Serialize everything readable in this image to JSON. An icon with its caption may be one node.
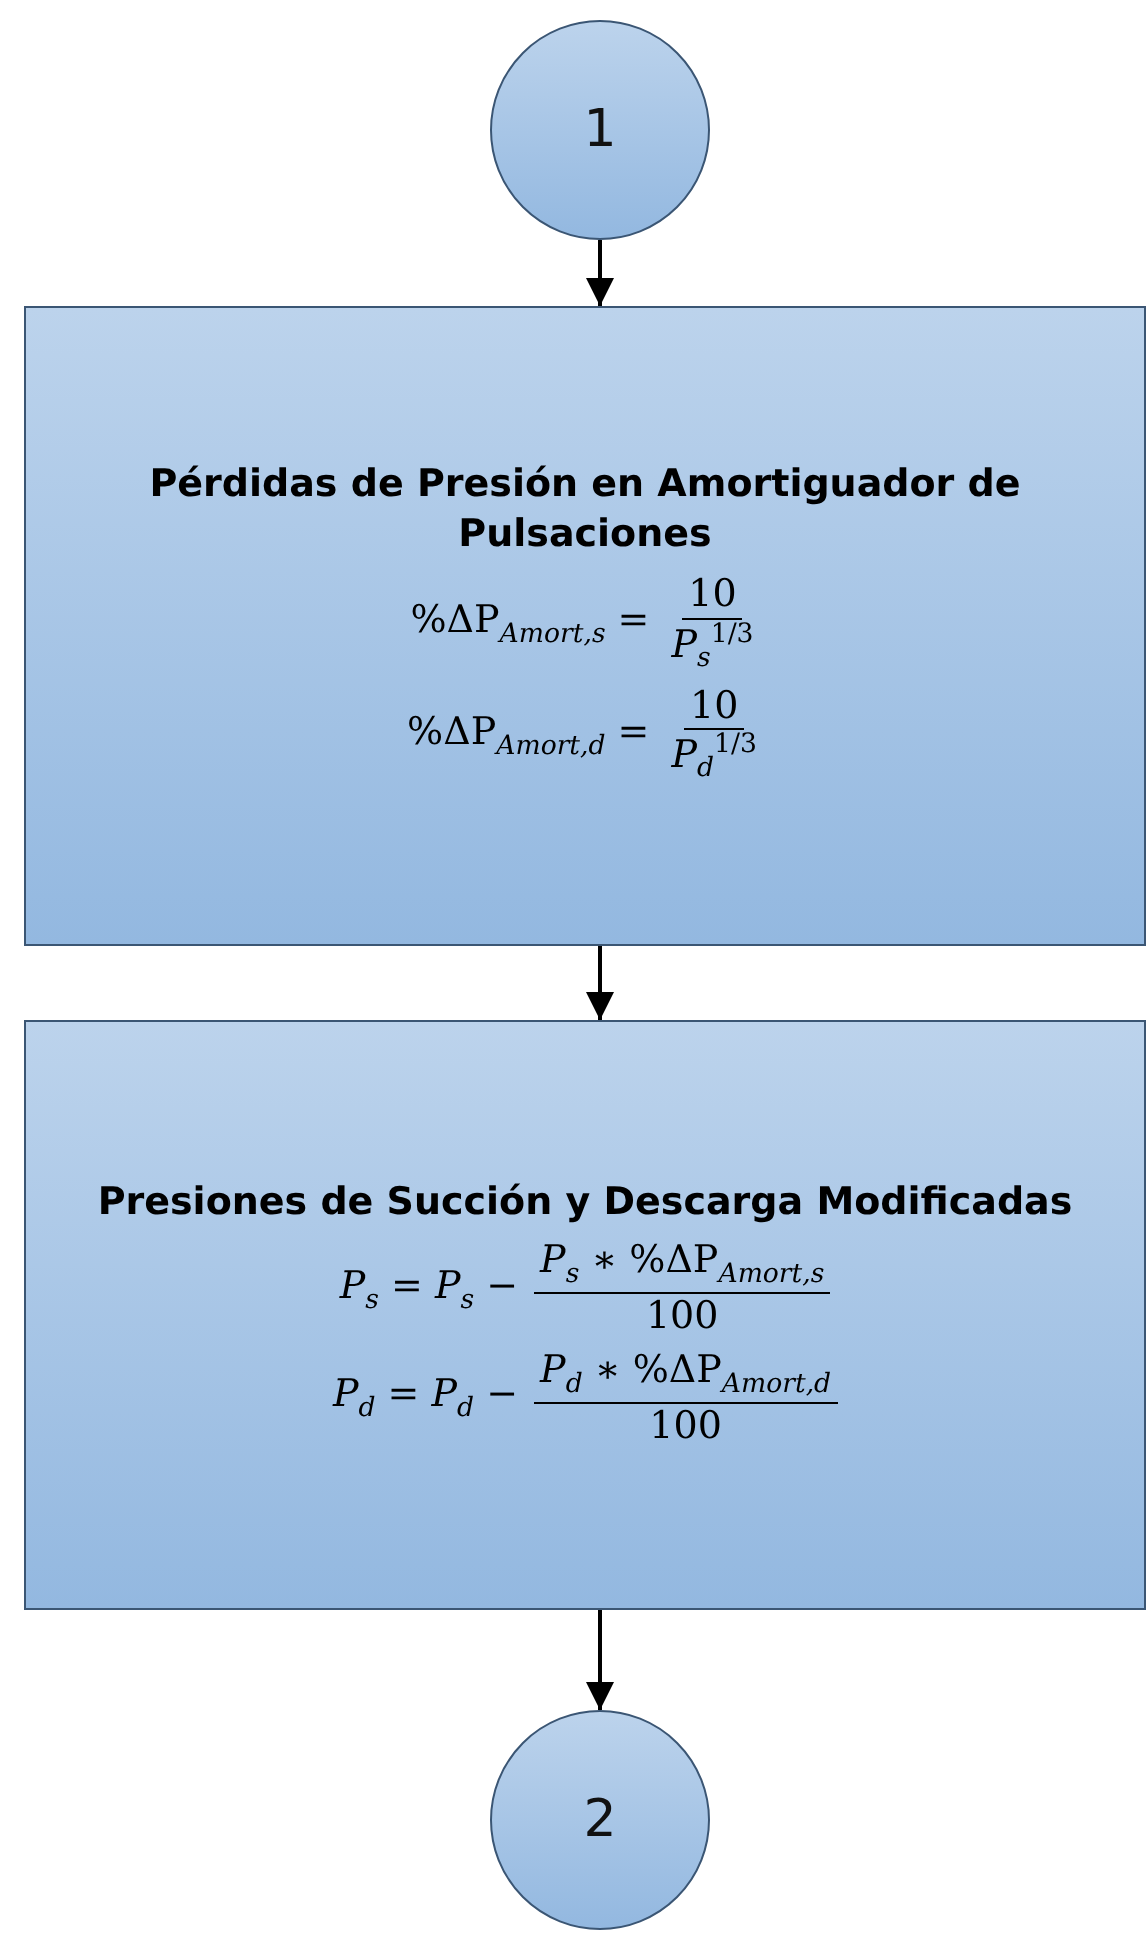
{
  "diagram": {
    "nodes": [
      {
        "text": [
          "1"
        ]
      },
      {
        "text": [
          "Pérdidas de Presión en Amortiguador de Pulsaciones",
          "%ΔP$_{Amort,s}$ =",
          "10",
          "*P*$_{s}$$^{1/3}$",
          "%ΔP$_{Amort,d}$ =",
          "10",
          "*P*$_{d}$$^{1/3}$"
        ]
      },
      {
        "text": [
          "Presiones de Succión y Descarga Modificadas",
          "*P*$_{s}$ = *P*$_{s}$ −",
          "*P*$_{s}$ ∗ %ΔP$_{Amort,s}$",
          "100",
          "*P*$_{d}$ = *P*$_{d}$ −",
          "*P*$_{d}$ ∗ %ΔP$_{Amort,d}$",
          "100"
        ]
      },
      {
        "text": [
          "2"
        ]
      }
    ],
    "edges": [
      {
        "from": 0,
        "to": 1,
        "arrow": "to"
      },
      {
        "from": 1,
        "to": 2,
        "arrow": "to"
      },
      {
        "from": 2,
        "to": 3,
        "arrow": "to"
      }
    ]
  }
}
